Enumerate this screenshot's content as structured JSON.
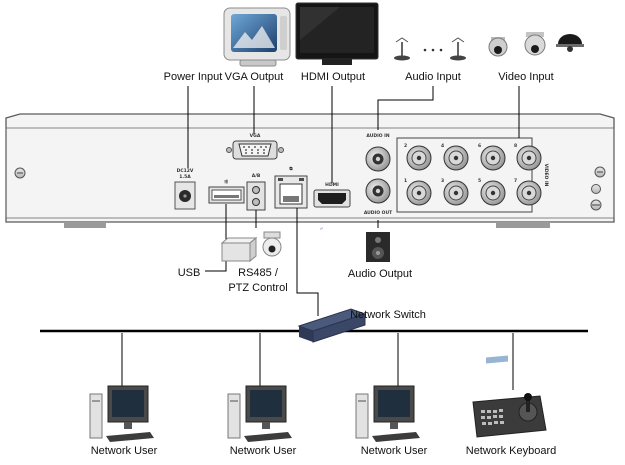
{
  "labels": {
    "power_input": "Power Input",
    "vga_output": "VGA Output",
    "hdmi_output": "HDMI Output",
    "audio_input": "Audio Input",
    "video_input": "Video Input",
    "usb": "USB",
    "rs485_line1": "RS485  /",
    "rs485_line2": "PTZ Control",
    "audio_output": "Audio Output",
    "network_switch": "Network Switch",
    "network_user": "Network User",
    "network_keyboard": "Network Keyboard"
  },
  "panel_labels": {
    "vga": "VGA",
    "dc12v": "DC12V",
    "dc_sub": "1.5A",
    "ab": "A/B",
    "hdmi": "HDMI",
    "audio_in": "AUDIO IN",
    "audio_out": "AUDIO OUT",
    "video_in": "VIDEO IN"
  },
  "bnc_numbers": [
    "2",
    "4",
    "6",
    "8",
    "1",
    "3",
    "5",
    "7"
  ],
  "colors": {
    "panel_fill": "#f4f4f4",
    "panel_stroke": "#5a5a5a",
    "line": "#000000"
  }
}
